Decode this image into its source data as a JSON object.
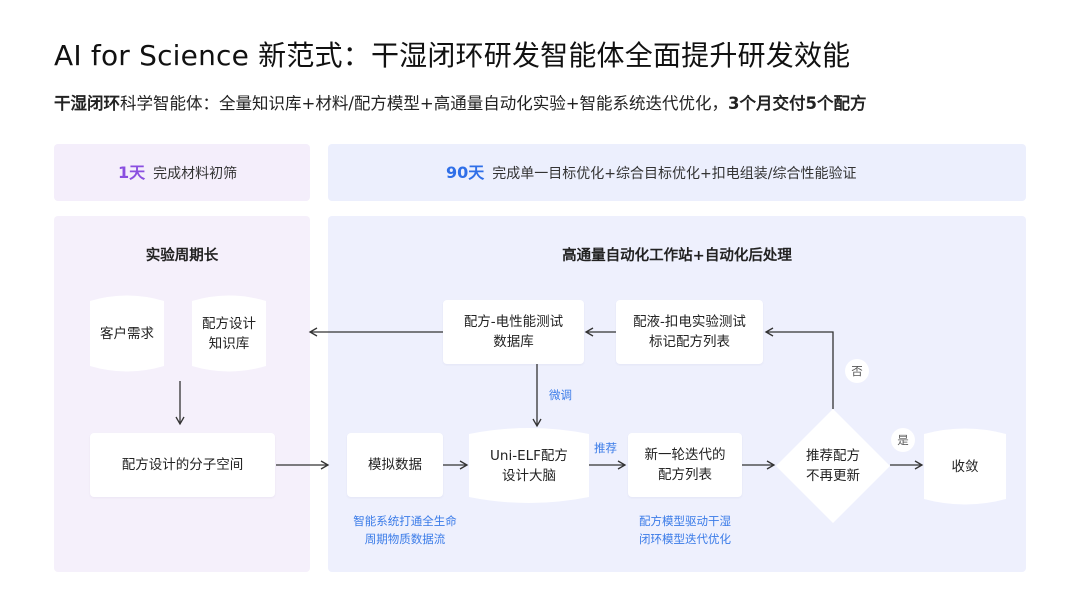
{
  "title": "AI for Science 新范式：干湿闭环研发智能体全面提升研发效能",
  "subtitle": {
    "lead": "干湿闭环",
    "middle": "科学智能体：全量知识库+材料/配方模型+高通量自动化实验+智能系统迭代优化，",
    "tail": "3个月交付5个配方"
  },
  "phase_left": {
    "num": "1天",
    "text": "完成材料初筛"
  },
  "phase_right": {
    "num": "90天",
    "text": "完成单一目标优化+综合目标优化+扣电组装/综合性能验证"
  },
  "left_section_title": "实验周期长",
  "right_section_title": "高通量自动化工作站+自动化后处理",
  "nodes": {
    "customer_needs": "客户需求",
    "knowledge_base": "配方设计\n知识库",
    "molecular_space": "配方设计的分子空间",
    "simulated_data": "模拟数据",
    "uni_elf": "Uni-ELF配方\n设计大脑",
    "new_round": "新一轮迭代的\n配方列表",
    "decision": "推荐配方\n不再更新",
    "converge": "收敛",
    "perf_db": "配方-电性能测试\n数据库",
    "test_list": "配液-扣电实验测试\n标记配方列表"
  },
  "edge_labels": {
    "fine_tune": "微调",
    "recommend": "推荐",
    "no": "否",
    "yes": "是"
  },
  "notes": {
    "lifecycle": "智能系统打通全生命\n周期物质数据流",
    "dry_wet": "配方模型驱动干湿\n闭环模型迭代优化"
  },
  "colors": {
    "accent_purple": "#8a4fe0",
    "accent_blue": "#2f6fe8",
    "note_blue": "#3a7be8",
    "left_panel": "#f5f0fb",
    "right_panel": "#eef0fd"
  }
}
